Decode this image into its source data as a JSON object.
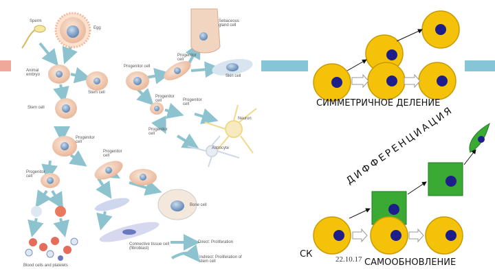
{
  "right_panel": {
    "symmetric_caption": "СИММЕТРИЧНОЕ ДЕЛЕНИЕ",
    "differentiation_caption": "ДИФФЕРЕНЦИАЦИЯ",
    "self_renewal_caption": "САМООБНОВЛЕНИЕ",
    "ck_caption": "СК",
    "date": "22.10.17"
  },
  "left_panel": {
    "labels": {
      "sperm": "Sperm",
      "egg": "Egg",
      "embryo": "Animal embryo",
      "stem_cell_1": "Stem cell",
      "stem_cell_2": "Stem cell",
      "progenitor_1": "Progenitor cell",
      "progenitor_2": "Progenitor cell",
      "progenitor_3": "Progenitor cell",
      "progenitor_4": "Progenitor cell",
      "progenitor_5": "Progenitor cell",
      "progenitor_6": "Progenitor cell",
      "progenitor_7": "Progenitor cell",
      "progenitor_8": "Progenitor cell",
      "sebaceous": "Sebaceous gland cell",
      "skin": "Skin cell",
      "neuron": "Neuron",
      "astrocyte": "Astrocyte",
      "bone": "Bone cell",
      "connective": "Connective tissue cell (fibroblast)",
      "blood": "Blood cells and platelets",
      "legend_1": "Direct: Proliferation",
      "legend_2": "Indirect: Proliferation of stem cell"
    }
  },
  "colors": {
    "yellow_cell": "#f5c20a",
    "nucleus": "#1e1e8a",
    "green_cell": "#3aaa35",
    "arrow_gray": "#6fb3c2",
    "accent_bar": "#86c5d8"
  }
}
